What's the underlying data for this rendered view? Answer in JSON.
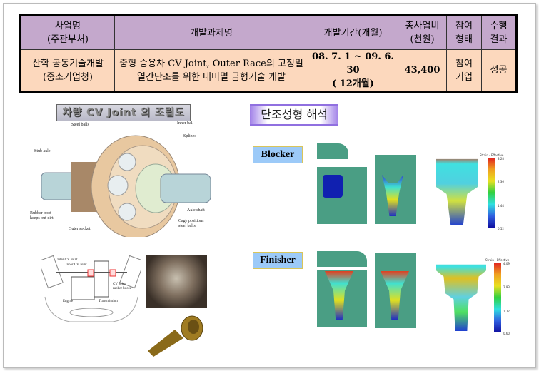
{
  "table": {
    "headers": [
      "사업명\n(주관부처)",
      "개발과제명",
      "개발기간(개월)",
      "총사업비\n(천원)",
      "참여\n형태",
      "수행\n결과"
    ],
    "header_lines": [
      [
        "사업명",
        "(주관부처)"
      ],
      [
        "개발과제명"
      ],
      [
        "개발기간(개월)"
      ],
      [
        "총사업비",
        "(천원)"
      ],
      [
        "참여",
        "형태"
      ],
      [
        "수행",
        "결과"
      ]
    ],
    "row": [
      [
        "산학 공동기술개발",
        "(중소기업청)"
      ],
      [
        "중형 승용차 CV Joint, Outer Race의 고정밀",
        "열간단조를 위한 내미멸 금형기술 개발"
      ],
      [
        "08. 7. 1 ~ 09. 6. 30",
        "( 12개월)"
      ],
      [
        "43,400"
      ],
      [
        "참여",
        "기업"
      ],
      [
        "성공"
      ]
    ]
  },
  "left": {
    "title": "차량 CV Joint 의 조립도",
    "diagram_labels": [
      "Steel balls",
      "Inner ball",
      "Splines",
      "Stub axle",
      "Axle shaft",
      "Rubber boot",
      "keeps out dirt",
      "Cage positions",
      "steel balls",
      "Outer socket"
    ],
    "car_labels": [
      "Outer CV Joint",
      "Inner CV Joint",
      "CV Joint",
      "rubber boots",
      "Engine",
      "Transmission"
    ]
  },
  "right": {
    "title": "단조성형 해석",
    "stages": [
      {
        "label": "Blocker",
        "legend_title": "Strain - Effective",
        "legend_ticks": [
          "3.28",
          "2.36",
          "1.44",
          "0.52"
        ]
      },
      {
        "label": "Finisher",
        "legend_title": "Strain - Effective",
        "legend_ticks": [
          "4.09",
          "2.93",
          "1.77",
          "0.60"
        ]
      }
    ]
  }
}
